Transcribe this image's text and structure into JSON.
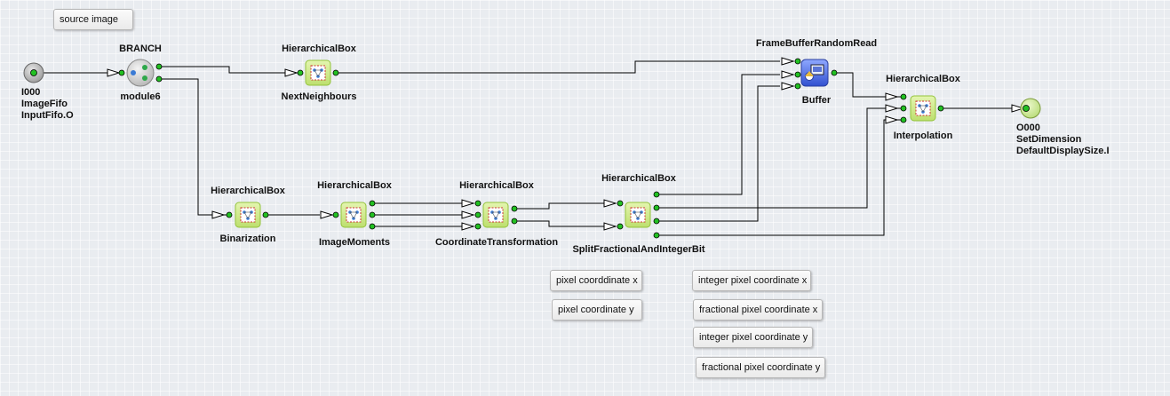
{
  "comments": {
    "source_image": "source image",
    "pixel_coordinate_x": "pixel coorddinate x",
    "pixel_coordinate_y": "pixel coordinate y",
    "integer_pixel_x": "integer pixel coordinate x",
    "fractional_pixel_x": "fractional pixel coordinate x",
    "integer_pixel_y": "integer pixel coordinate y",
    "fractional_pixel_y": "fractional pixel coordinate y"
  },
  "input_port": {
    "id": "I000",
    "name": "ImageFifo",
    "target": "InputFifo.O"
  },
  "output_port": {
    "id": "O000",
    "name": "SetDimension",
    "target": "DefaultDisplaySize.I"
  },
  "branch": {
    "type": "BRANCH",
    "name": "module6"
  },
  "boxes": {
    "next_neighbours": {
      "type": "HierarchicalBox",
      "name": "NextNeighbours"
    },
    "binarization": {
      "type": "HierarchicalBox",
      "name": "Binarization"
    },
    "image_moments": {
      "type": "HierarchicalBox",
      "name": "ImageMoments"
    },
    "coordinate_transformation": {
      "type": "HierarchicalBox",
      "name": "CoordinateTransformation"
    },
    "split_fractional": {
      "type": "HierarchicalBox",
      "name": "SplitFractionalAndIntegerBit"
    },
    "interpolation": {
      "type": "HierarchicalBox",
      "name": "Interpolation"
    }
  },
  "buffer": {
    "type": "FrameBufferRandomRead",
    "name": "Buffer"
  },
  "colors": {
    "box_fill": "#cfe88a",
    "box_border": "#8fbf3a",
    "port_green": "#22c022",
    "buffer_blue": "#4a6ee0",
    "wire": "#000000"
  }
}
